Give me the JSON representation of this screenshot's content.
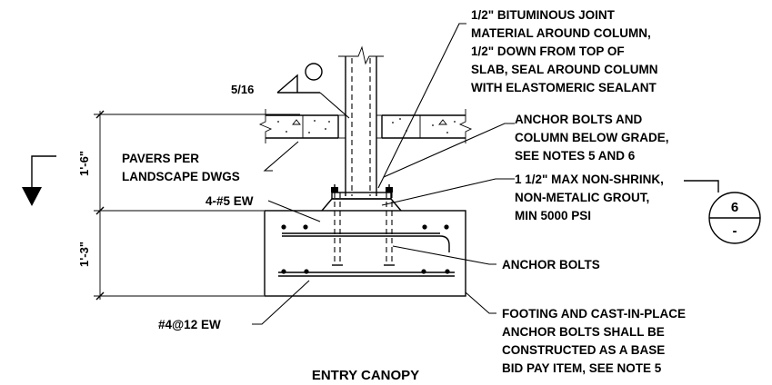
{
  "title": "ENTRY CANOPY",
  "notes": {
    "joint_material": [
      "1/2\" BITUMINOUS JOINT",
      "MATERIAL AROUND COLUMN,",
      "1/2\" DOWN FROM TOP OF",
      "SLAB, SEAL AROUND COLUMN",
      "WITH ELASTOMERIC SEALANT"
    ],
    "anchor_bolts_grade": [
      "ANCHOR BOLTS AND",
      "COLUMN BELOW GRADE,",
      "SEE NOTES 5 AND 6"
    ],
    "grout": [
      "1 1/2\" MAX NON-SHRINK,",
      "NON-METALIC GROUT,",
      "MIN 5000 PSI"
    ],
    "anchor_bolts": "ANCHOR BOLTS",
    "footing": [
      "FOOTING AND CAST-IN-PLACE",
      "ANCHOR BOLTS SHALL BE",
      "CONSTRUCTED AS A BASE",
      "BID PAY ITEM, SEE NOTE 5"
    ],
    "pavers": [
      "PAVERS PER",
      "LANDSCAPE DWGS"
    ],
    "top_rebar": "4-#5 EW",
    "bottom_rebar": "#4@12 EW",
    "weld": "5/16"
  },
  "dimensions": {
    "upper": "1'-6\"",
    "lower": "1'-3\""
  },
  "section_marker": {
    "number": "6",
    "sheet": "-"
  }
}
